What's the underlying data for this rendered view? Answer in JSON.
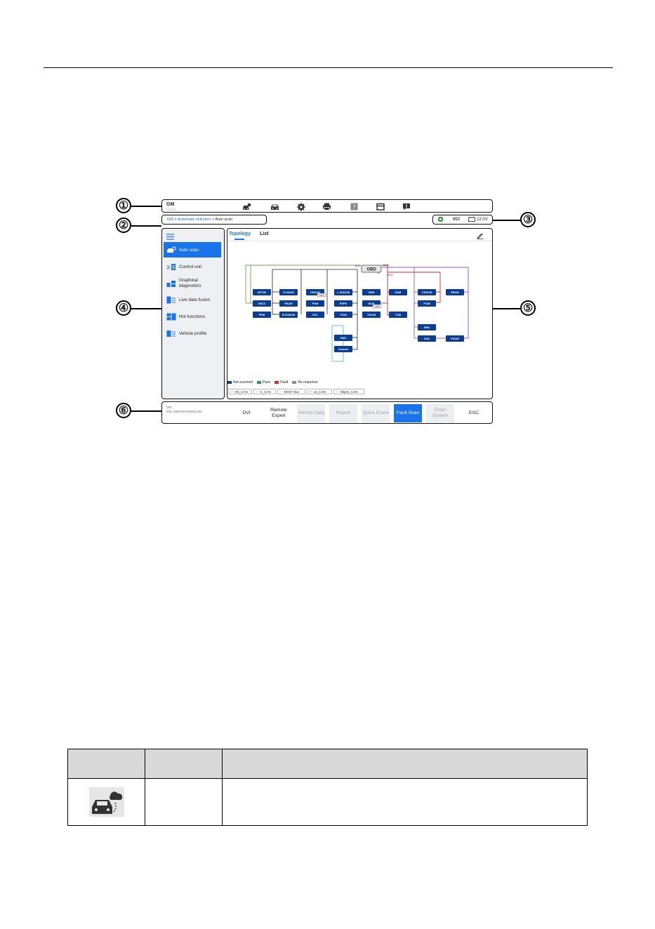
{
  "header": {
    "brand": "GM",
    "version": "V15.30"
  },
  "toolbar_icons": [
    "home-car-icon",
    "car-icon",
    "gear-icon",
    "printer-icon",
    "help-icon",
    "folder-icon",
    "alert-icon"
  ],
  "breadcrumb": {
    "root": "GM",
    "sep1": " > ",
    "mid": "Automatic selection",
    "sep2": " > ",
    "current": "Auto scan"
  },
  "status": {
    "vci": "VCI",
    "battery": "12.0V"
  },
  "sidebar": {
    "items": [
      {
        "label": "Auto scan",
        "icon": "auto-scan-icon",
        "active": true
      },
      {
        "label": "Control unit",
        "icon": "control-unit-icon"
      },
      {
        "label": "Graphical diagnostics",
        "icon": "graphical-diagnostics-icon"
      },
      {
        "label": "Live data fusion",
        "icon": "live-data-icon"
      },
      {
        "label": "Hot functions",
        "icon": "hot-functions-icon"
      },
      {
        "label": "Vehicle profile",
        "icon": "vehicle-profile-icon"
      }
    ]
  },
  "main": {
    "tabs": [
      "Topology",
      "List"
    ],
    "obd": "OBD",
    "bus_labels": {
      "left": "3/11",
      "right": "11/10",
      "mid": "6/14"
    },
    "modules": [
      {
        "label": "MTCM"
      },
      {
        "label": "DSCC"
      },
      {
        "label": "PPM"
      },
      {
        "label": "P-SHCM"
      },
      {
        "label": "PACM"
      },
      {
        "label": "R-SODCM"
      },
      {
        "label": "HVACM"
      },
      {
        "label": "PGM"
      },
      {
        "label": "ECL"
      },
      {
        "label": "L-SODCM"
      },
      {
        "label": "PEPS"
      },
      {
        "label": "TICM"
      },
      {
        "label": "SDM"
      },
      {
        "label": "BCM"
      },
      {
        "label": "TCICM"
      },
      {
        "label": "DDM"
      },
      {
        "label": "TCM"
      },
      {
        "label": "CHSCM"
      },
      {
        "label": "FICM"
      },
      {
        "label": "EMU"
      },
      {
        "label": "SAS"
      },
      {
        "label": "EBCM"
      },
      {
        "label": "PSCM"
      },
      {
        "label": "RAD"
      },
      {
        "label": "Chassis"
      }
    ],
    "small_tags": {
      "hvacm": "LIN",
      "bcm": "LIN"
    },
    "legend": [
      {
        "label": "Not scanned",
        "color": "#0d3d8f"
      },
      {
        "label": "Pass",
        "color": "#2e9e3a"
      },
      {
        "label": "Fault",
        "color": "#d62728"
      },
      {
        "label": "No response",
        "color": "#8a8a8a"
      }
    ],
    "buses": [
      {
        "label": "HS_CAN",
        "color": "#d62728"
      },
      {
        "label": "C_CAN",
        "color": "#8b6fa0"
      },
      {
        "label": "MOST Bus",
        "color": "#4fc3d9"
      },
      {
        "label": "LS_CAN",
        "color": "#222222"
      },
      {
        "label": "Object_CAN",
        "color": "#6aa84f"
      }
    ]
  },
  "bottom": {
    "vin_label": "VIN",
    "info": "Info: GM/Chevrolet/Cruze",
    "buttons": [
      "DVI",
      "Remote Expert",
      "Vehicle Data",
      "Report",
      "Quick Erase",
      "Fault Scan",
      "Enter System",
      "ESC"
    ]
  },
  "callouts": [
    "①",
    "②",
    "③",
    "④",
    "⑤",
    "⑥"
  ],
  "colors": {
    "accent": "#1a73e8",
    "module": "#0d3d8f"
  }
}
